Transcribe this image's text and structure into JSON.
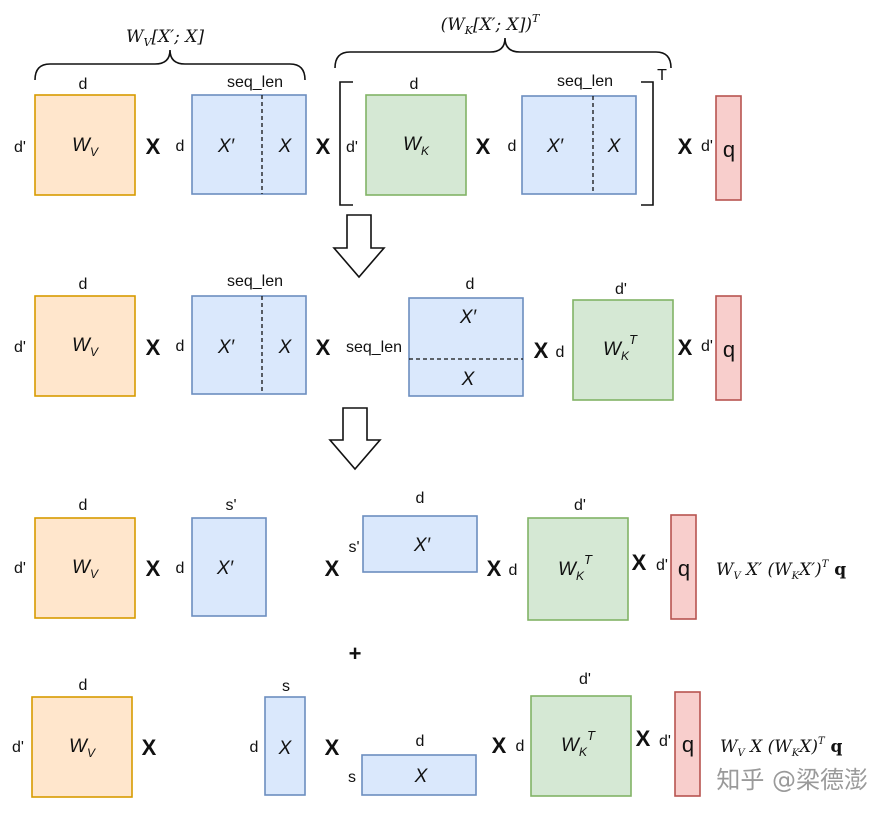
{
  "colors": {
    "wv_fill": "#FFE6CC",
    "wv_stroke": "#D79B00",
    "x_fill": "#DAE8FC",
    "x_stroke": "#6C8EBF",
    "wk_fill": "#D5E8D4",
    "wk_stroke": "#82B366",
    "q_fill": "#F8CECC",
    "q_stroke": "#B85450"
  },
  "symbols": {
    "times": "X",
    "plus": "+",
    "arrow": "down-arrow-icon"
  },
  "labels": {
    "d": "d",
    "d_prime": "d'",
    "seq_len": "seq_len",
    "s": "s",
    "s_prime": "s'",
    "transpose": "T"
  },
  "matrices": {
    "wv": "W",
    "wv_sub": "V",
    "wk": "W",
    "wk_sub": "K",
    "wk_sup": "T",
    "x_prime": "X′",
    "x": "X",
    "q": "q"
  },
  "row1": {
    "brace_left_formula": "W_V[X′; X]",
    "brace_right_formula": "(W_K[X′; X])^T"
  },
  "formulas": {
    "row3": "W_V X′ (W_K X′)^T q",
    "row4": "W_V X (W_K X)^T q"
  },
  "watermark": "知乎 @梁德澎"
}
